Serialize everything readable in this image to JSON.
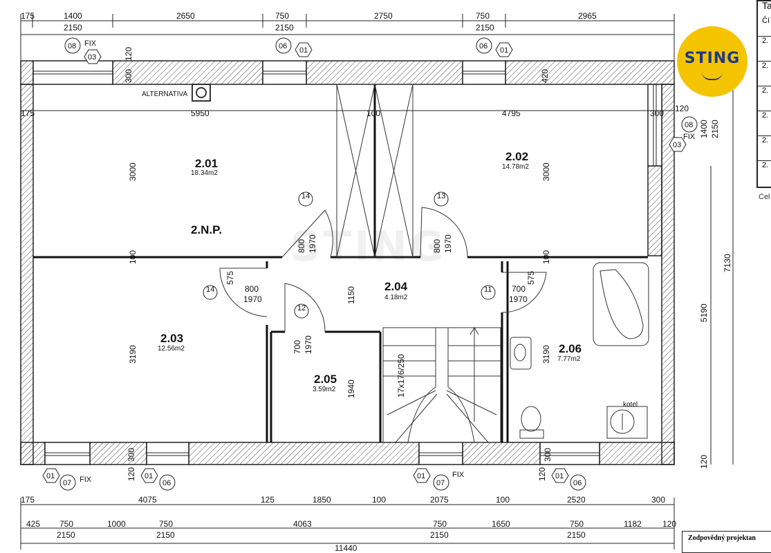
{
  "plan": {
    "floor_label": "2.N.P.",
    "alternative_label": "ALTERNATIVA",
    "kotel_label": "kotel",
    "stair_label": "17x176/250",
    "rooms": [
      {
        "no": "2.01",
        "area": "18.34m2"
      },
      {
        "no": "2.02",
        "area": "14.78m2"
      },
      {
        "no": "2.03",
        "area": "12.56m2"
      },
      {
        "no": "2.04",
        "area": "4.18m2"
      },
      {
        "no": "2.05",
        "area": "3.59m2"
      },
      {
        "no": "2.06",
        "area": "7.77m2"
      }
    ],
    "door_tags": [
      "14",
      "13",
      "14",
      "12",
      "11"
    ],
    "window_tags": {
      "top_left_a": "08",
      "top_left_b": "03",
      "top_left_fix": "FIX",
      "top_mid_a": "06",
      "top_mid_b": "01",
      "top_right_a": "06",
      "top_right_b": "01",
      "right_a": "08",
      "right_b": "03",
      "right_fix": "FIX",
      "bot_left_a": "01",
      "bot_left_b": "07",
      "bot_left_fix": "FIX",
      "bot_left2_a": "01",
      "bot_left2_b": "06",
      "bot_mid_a": "01",
      "bot_mid_b": "07",
      "bot_mid_fix": "FIX",
      "bot_right_a": "01",
      "bot_right_b": "06"
    },
    "dims": {
      "top1_a": "175",
      "top1_b": "1400",
      "top1_c": "2650",
      "top1_d": "750",
      "top1_e": "2750",
      "top1_f": "750",
      "top1_g": "2965",
      "top2_b": "2150",
      "top2_d": "2150",
      "top2_f": "2150",
      "top_120": "120",
      "top_300": "300",
      "top_420": "420",
      "inner_175": "175",
      "inner_5950": "5950",
      "inner_100": "100",
      "inner_4795": "4795",
      "inner_300": "300",
      "inner_120": "120",
      "right_1400": "1400",
      "right_2150": "2150",
      "v_3000a": "3000",
      "v_3000b": "3000",
      "v_3190a": "3190",
      "v_3190b": "3190",
      "v_100a": "100",
      "v_100b": "100",
      "door_800a": "800",
      "door_1970a": "1970",
      "door_800b": "800",
      "door_1970b": "1970",
      "door_575a": "575",
      "door_800c": "800",
      "door_1970c": "1970",
      "door_1150": "1150",
      "door_700a": "700",
      "door_575b": "575",
      "door_1970d": "1970",
      "door_700b": "700",
      "door_1970e": "1970",
      "v_1940": "1940",
      "right_7130": "7130",
      "right_5190": "5190",
      "right_120": "120",
      "bot_300a": "300",
      "bot_120a": "120",
      "bot_300b": "300",
      "bot_120b": "120",
      "bot1_a": "175",
      "bot1_b": "4075",
      "bot1_c": "125",
      "bot1_d": "1850",
      "bot1_e": "100",
      "bot1_f": "2075",
      "bot1_g": "100",
      "bot1_h": "2520",
      "bot1_i": "300",
      "bot2_a": "425",
      "bot2_b": "750",
      "bot2_c": "1000",
      "bot2_d": "750",
      "bot2_e": "4063",
      "bot2_f": "750",
      "bot2_g": "1650",
      "bot2_h": "750",
      "bot2_i": "1182",
      "bot2_j": "120",
      "bot3_b": "2150",
      "bot3_d": "2150",
      "bot3_f": "2150",
      "bot3_h": "2150",
      "total": "11440"
    }
  },
  "legend": {
    "head": "Ta",
    "sub": "Čí",
    "rows": [
      "2.",
      "2.",
      "2.",
      "2.",
      "2.",
      "2."
    ],
    "total": "Cel"
  },
  "responsible": "Zodpovědný projektan",
  "logo": "STING",
  "watermark": "STING"
}
